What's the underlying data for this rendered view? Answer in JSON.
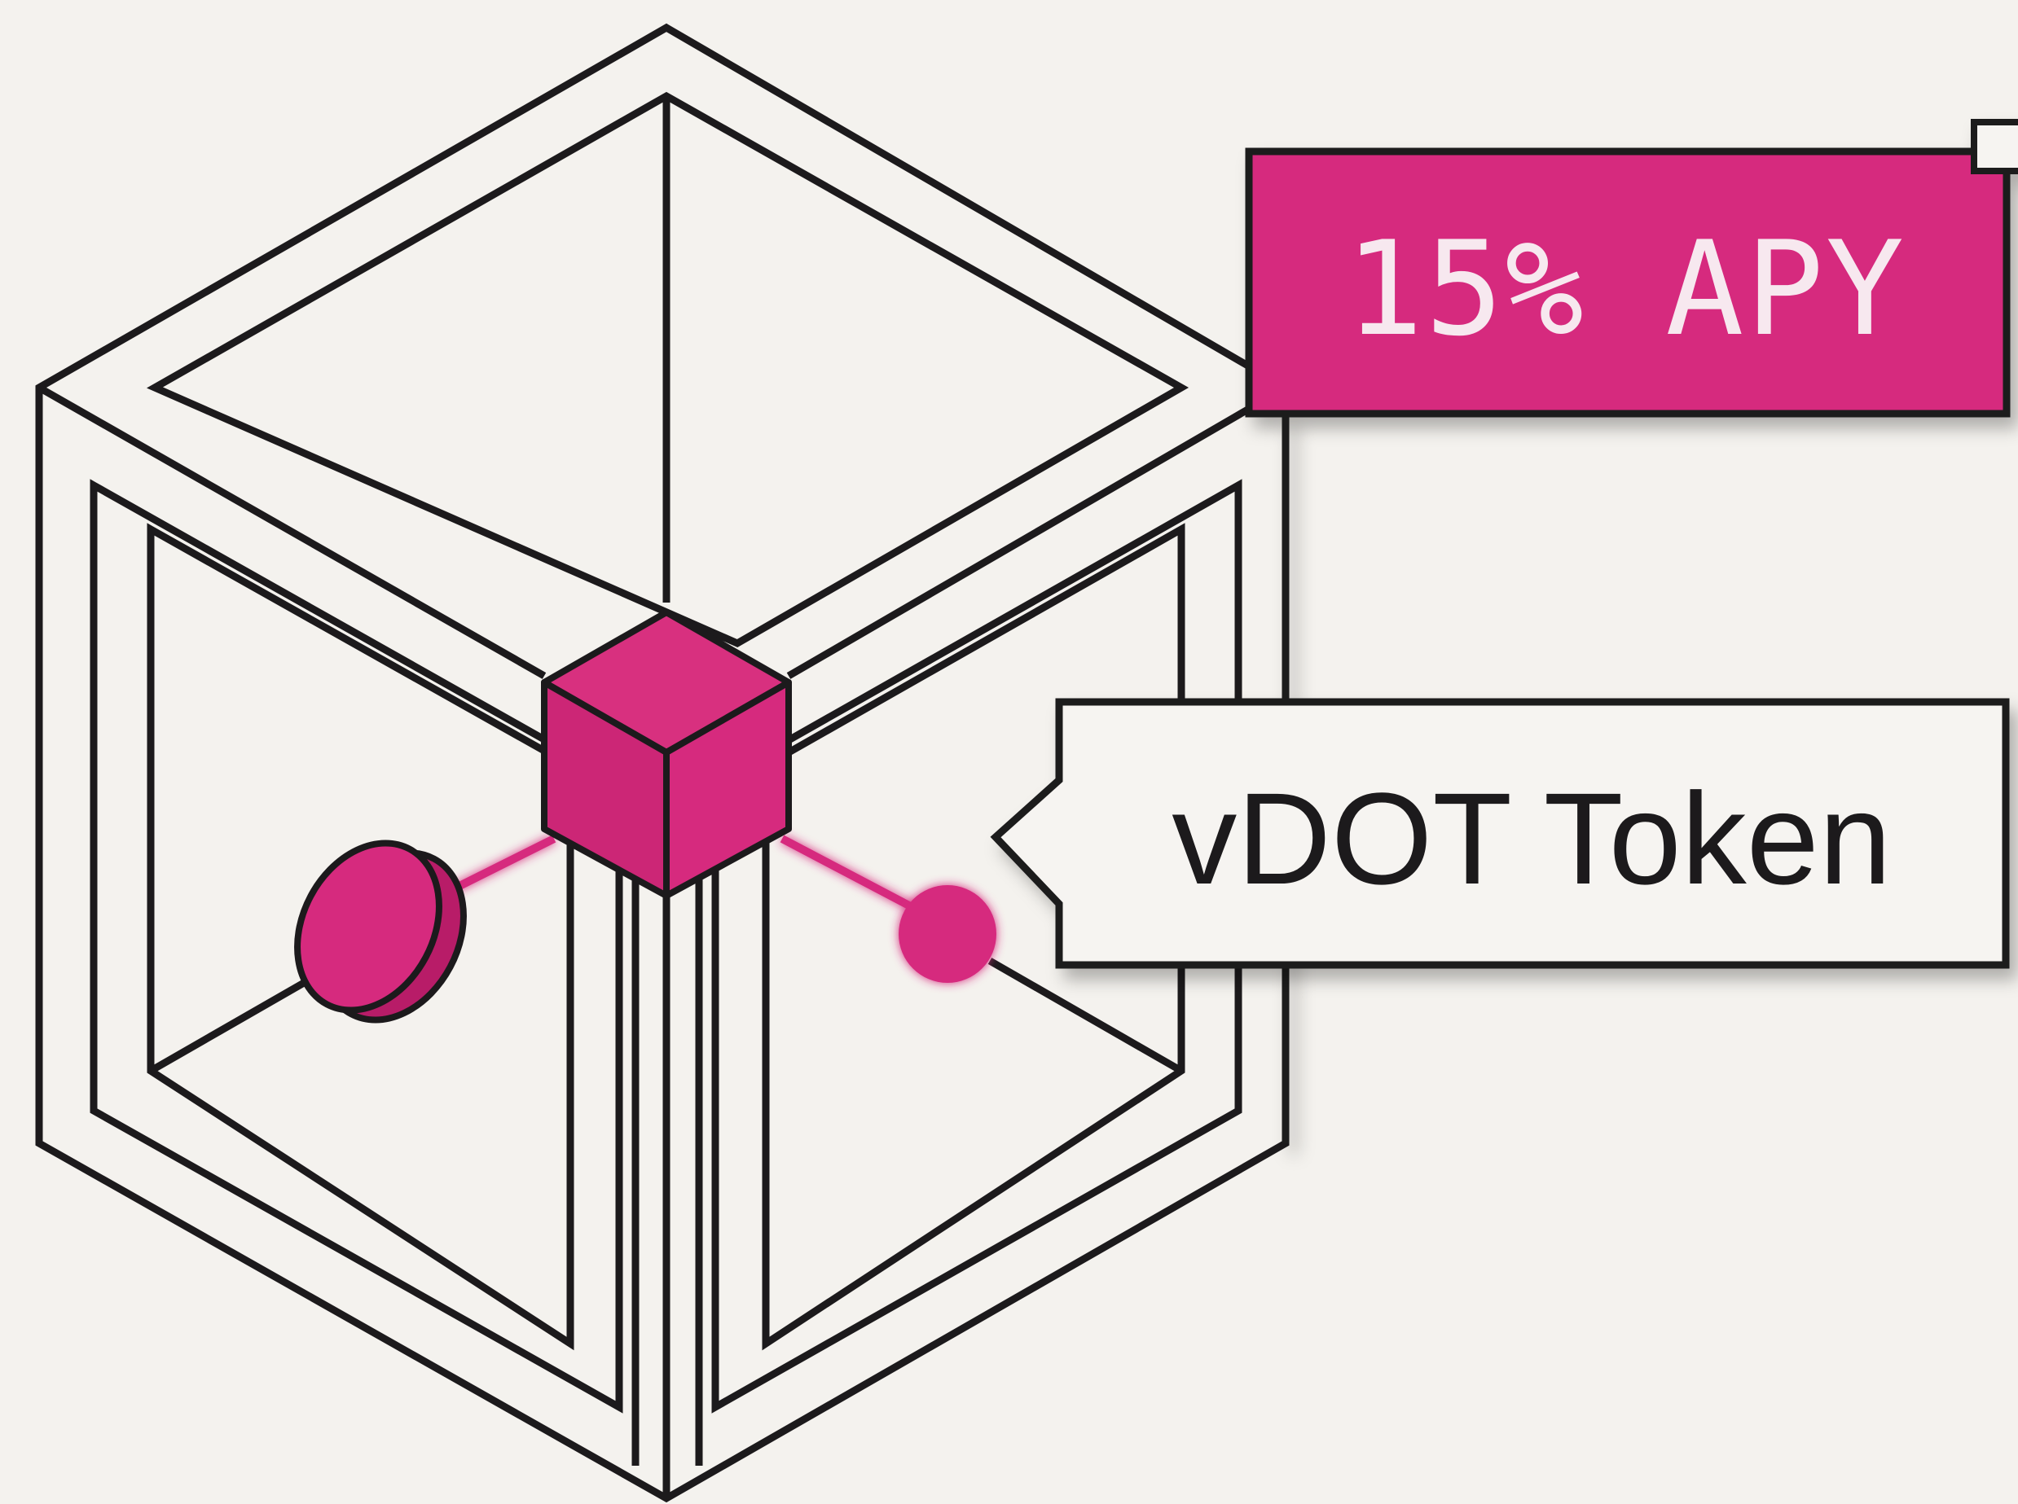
{
  "callouts": {
    "apy_label": "15% APY",
    "token_label": "vDOT Token"
  },
  "colors": {
    "background": "#f4f2ee",
    "outline": "#1c1a1c",
    "accent": "#d62a7e",
    "accent_dark": "#b81c68",
    "label_text_on_accent": "#f7e8ef",
    "label_text": "#1c1a1c",
    "label_fill": "#f6f4f1"
  },
  "icons": [
    "isometric-cube-frame",
    "inner-cube-icon",
    "coin-icon",
    "dot-node-icon"
  ]
}
